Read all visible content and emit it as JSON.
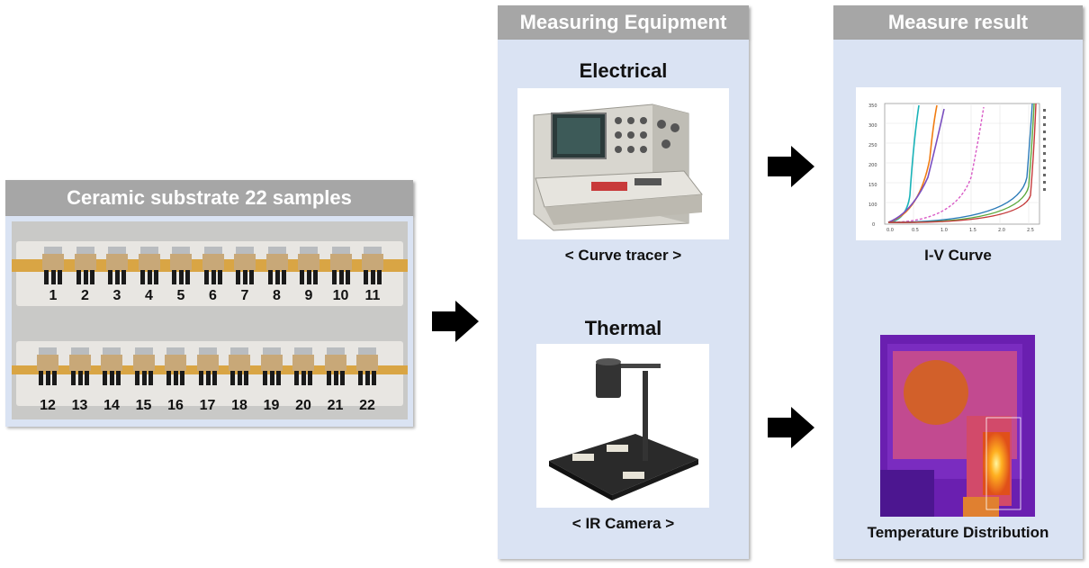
{
  "samples": {
    "header": "Ceramic substrate 22 samples",
    "row1": [
      "1",
      "2",
      "3",
      "4",
      "5",
      "6",
      "7",
      "8",
      "9",
      "10",
      "11"
    ],
    "row2": [
      "12",
      "13",
      "14",
      "15",
      "16",
      "17",
      "18",
      "19",
      "20",
      "21",
      "22"
    ]
  },
  "equipment": {
    "header": "Measuring Equipment",
    "electrical_title": "Electrical",
    "electrical_caption": "< Curve tracer >",
    "thermal_title": "Thermal",
    "thermal_caption": "< IR Camera >"
  },
  "result": {
    "header": "Measure result",
    "iv_caption": "I-V Curve",
    "thermal_caption": "Temperature Distribution"
  },
  "colors": {
    "header_bg": "#a6a6a6",
    "panel_bg": "#dae3f3",
    "arrow": "#000000"
  },
  "icons": [
    "right-arrow-icon"
  ]
}
